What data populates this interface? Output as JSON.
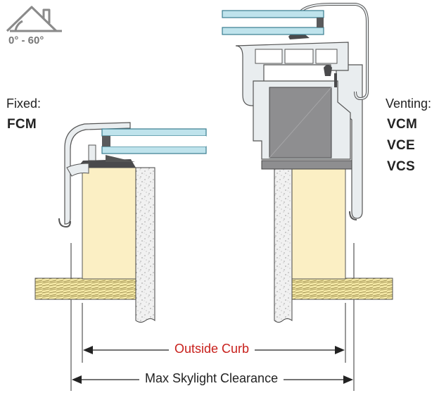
{
  "pitch_label": "0° - 60°",
  "fixed": {
    "heading": "Fixed:",
    "models": [
      "FCM"
    ]
  },
  "venting": {
    "heading": "Venting:",
    "models": [
      "VCM",
      "VCE",
      "VCS"
    ]
  },
  "dimensions": {
    "outside_curb": "Outside Curb",
    "max_clearance": "Max Skylight Clearance"
  },
  "colors": {
    "glass": "#bfe3ec",
    "glass_edge": "#3a7d90",
    "curb_wood": "#fbefc4",
    "frame_profile": "#e9edef",
    "steel_core": "#8e8e90",
    "gasket": "#4a4a4c",
    "deck": "#f3e7a4",
    "accent_red": "#c8201c"
  }
}
